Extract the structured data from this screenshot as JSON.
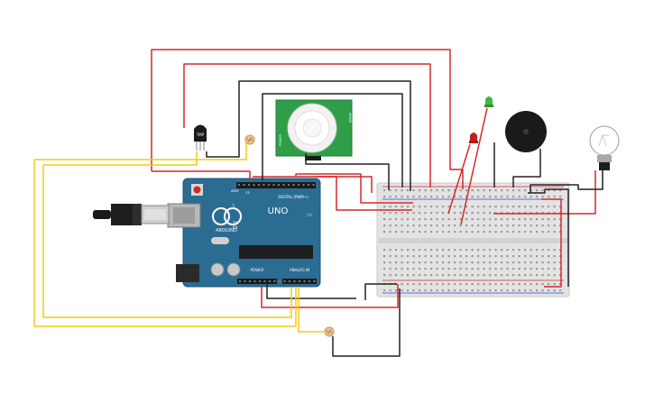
{
  "arduino": {
    "brand": "ARDUINO",
    "model": "UNO",
    "digital_label": "DIGITAL (PWM~)",
    "power_label": "POWER",
    "analog_label": "ANALOG IN",
    "on_label": "ON",
    "tx_label": "TX",
    "rx_label": "RX",
    "l_label": "L",
    "aref_label": "AREF",
    "pin13_label": "13"
  },
  "pir": {
    "label_left": "POWER",
    "label_right": "SENSE"
  },
  "tmp": {
    "label": "TMP"
  },
  "colors": {
    "wire_red": "#d42a2a",
    "wire_black": "#222222",
    "wire_yellow": "#f2c81a",
    "board_blue": "#2b6c93",
    "pir_green": "#2e9f48",
    "breadboard": "#e6e6e6",
    "led_red": "#c42020",
    "led_green": "#3cb83c",
    "buzzer": "#1a1a1a"
  },
  "icons": [
    "usb-cable-icon",
    "light-bulb-icon",
    "buzzer-icon",
    "led-icon",
    "photoresistor-icon",
    "temperature-sensor-icon"
  ]
}
